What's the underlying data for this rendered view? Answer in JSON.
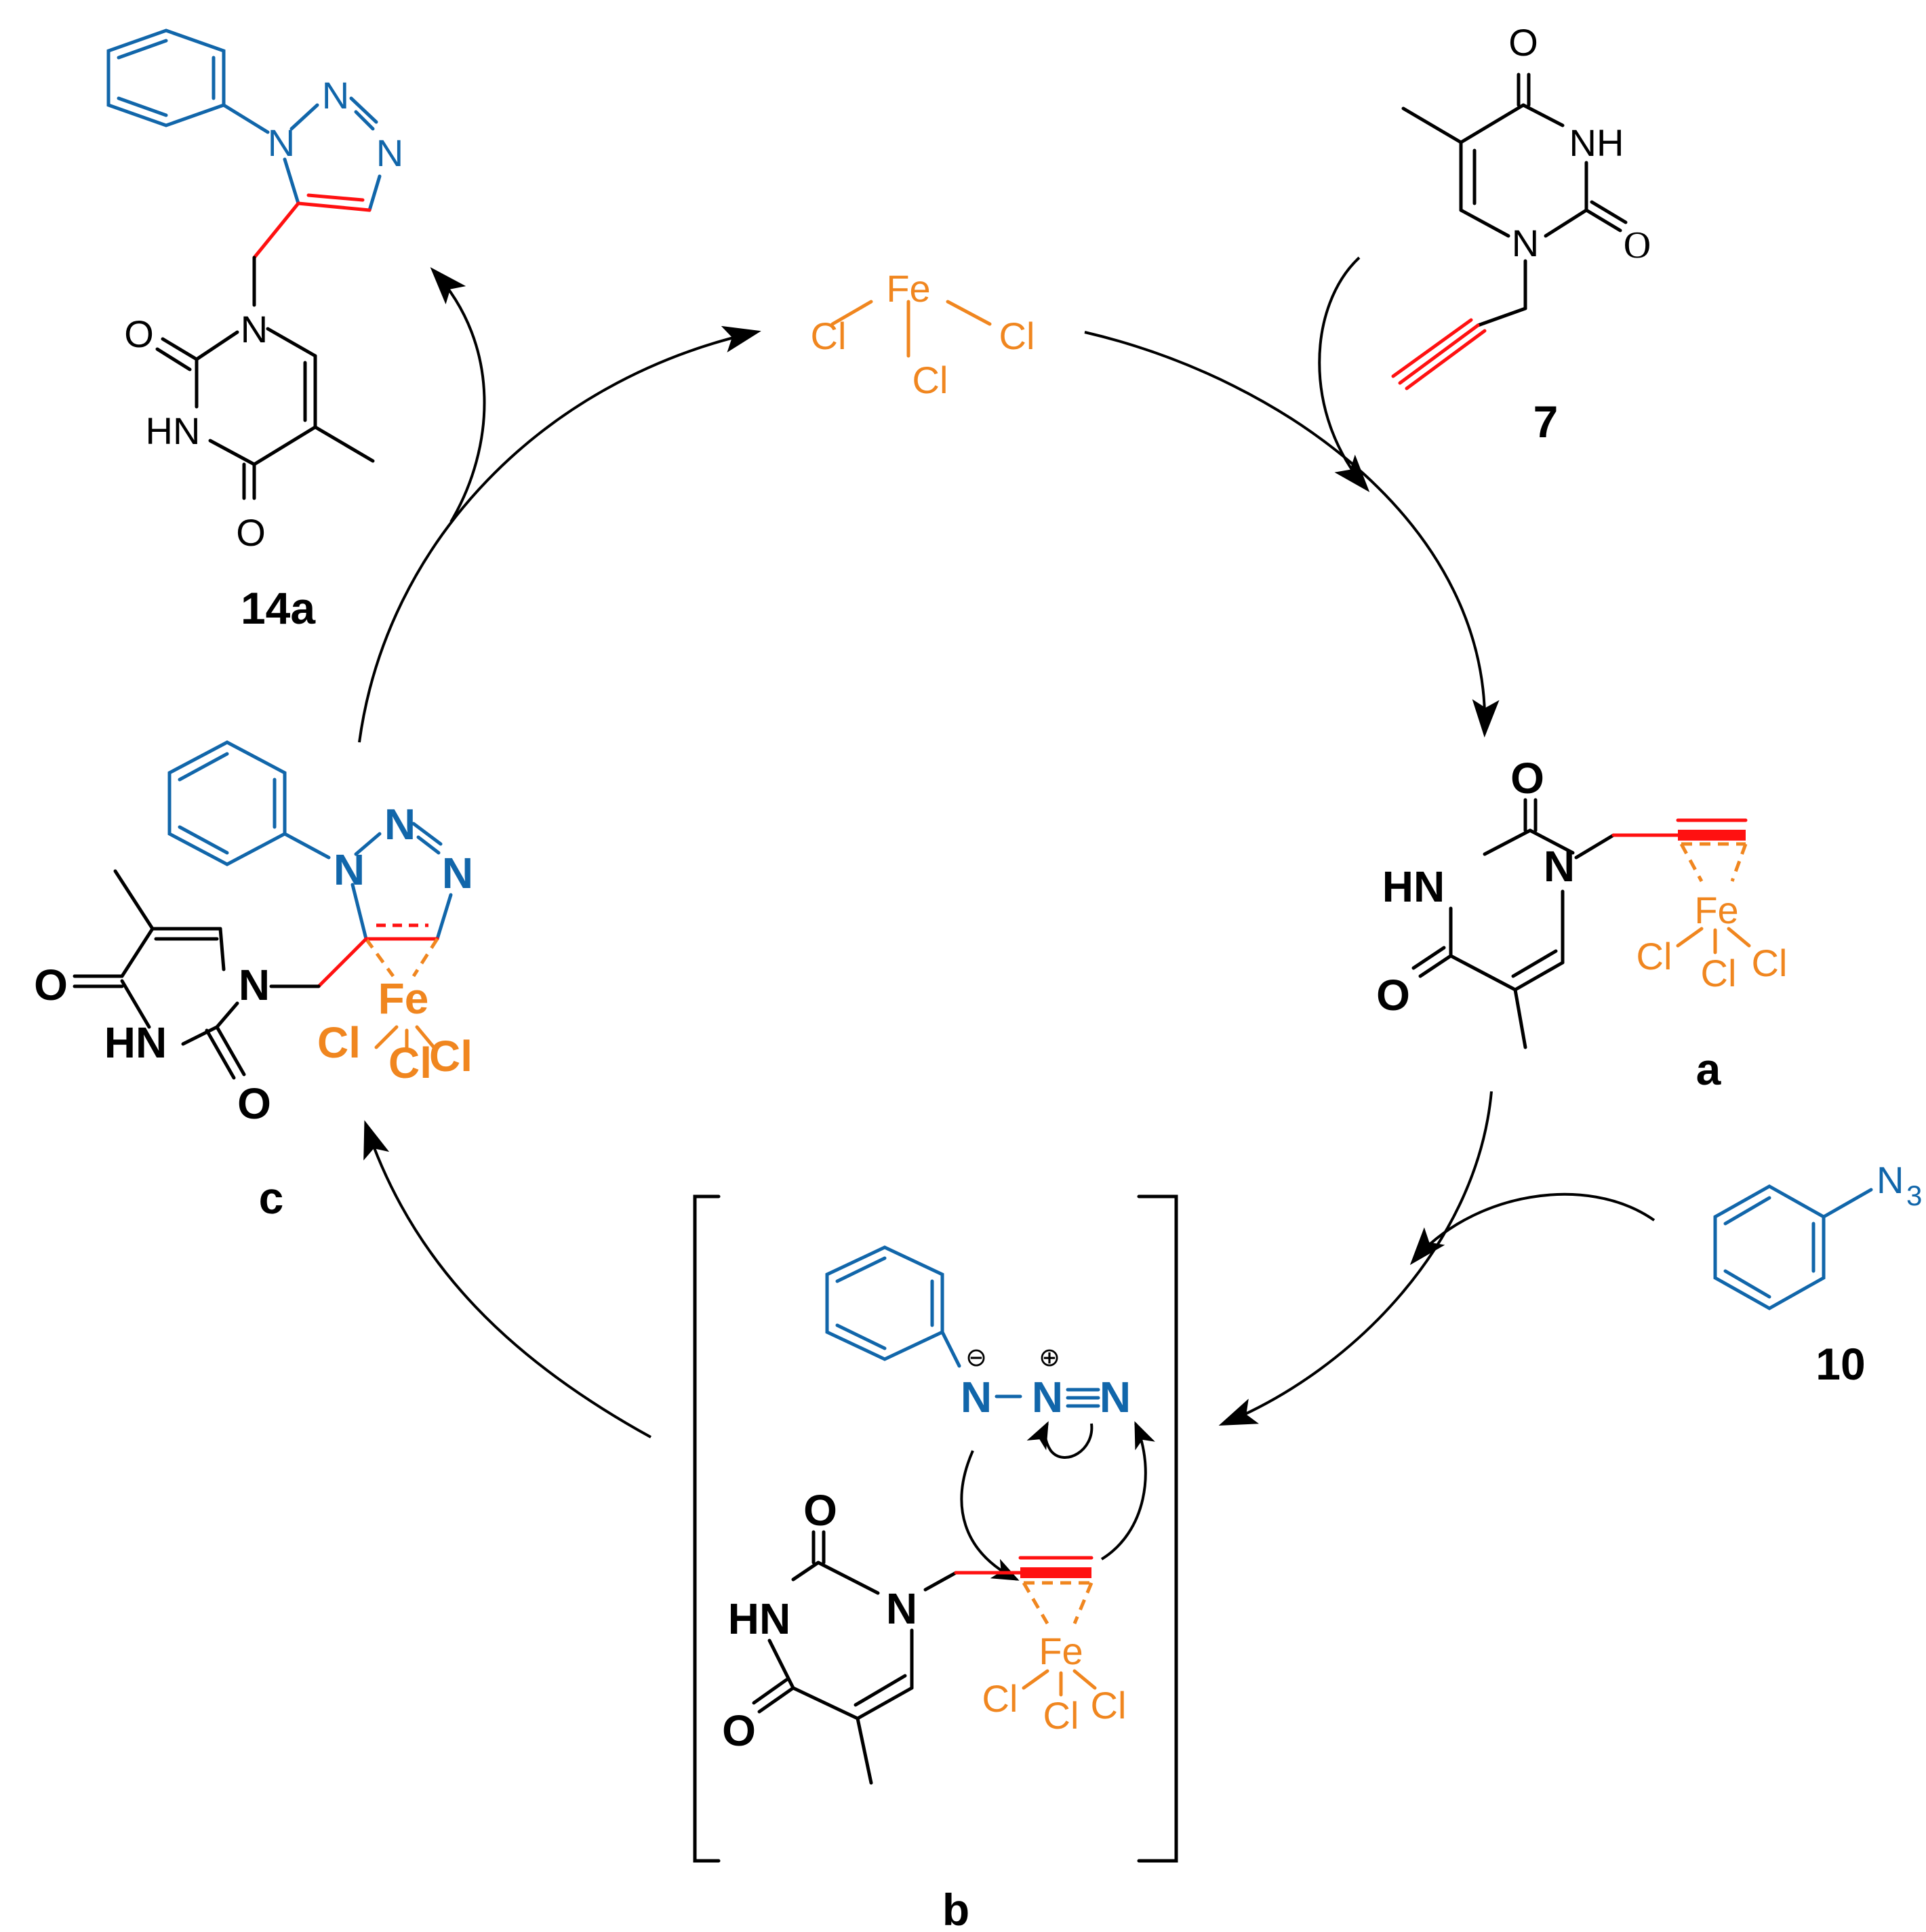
{
  "colors": {
    "carbon_bonds": "#000000",
    "azide_triazole": "#1166aa",
    "alkyne_and_new_bonds": "#ff1111",
    "iron_chloride": "#f0861f"
  },
  "catalyst": {
    "fe": "Fe",
    "cl": "Cl"
  },
  "atoms": {
    "n": "N",
    "o": "O",
    "nh": "NH",
    "hn": "HN",
    "cl": "Cl",
    "fe": "Fe",
    "n3_n": "N",
    "n3_sub": "3",
    "charge_minus": "⊖",
    "charge_plus": "⊕"
  },
  "compounds": {
    "reactant_7": {
      "label": "7"
    },
    "azide_10": {
      "label": "10"
    },
    "product_14a": {
      "label": "14a"
    },
    "intermediate_a": {
      "label": "a"
    },
    "intermediate_b": {
      "label": "b"
    },
    "intermediate_c": {
      "label": "c"
    }
  }
}
